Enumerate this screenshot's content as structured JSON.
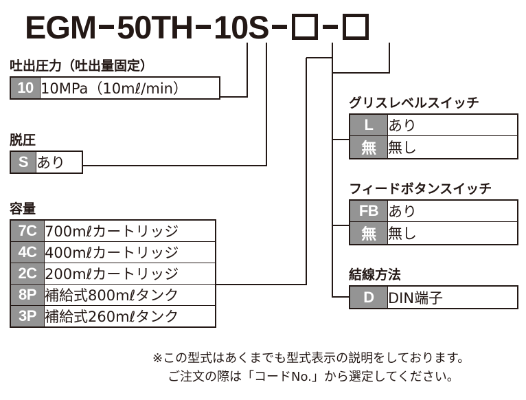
{
  "model_number": {
    "segments": [
      "EGM",
      "50TH",
      "10S"
    ],
    "separator": "-",
    "placeholder_boxes": 2
  },
  "sections": {
    "pressure": {
      "title": "吐出圧力（吐出量固定）",
      "rows": [
        {
          "code": "10",
          "desc": "10MPa（10mℓ/min）"
        }
      ]
    },
    "relief": {
      "title": "脱圧",
      "rows": [
        {
          "code": "S",
          "desc": "あり"
        }
      ]
    },
    "capacity": {
      "title": "容量",
      "rows": [
        {
          "code": "7C",
          "desc": "700mℓカートリッジ"
        },
        {
          "code": "4C",
          "desc": "400mℓカートリッジ"
        },
        {
          "code": "2C",
          "desc": "200mℓカートリッジ"
        },
        {
          "code": "8P",
          "desc": "補給式800mℓタンク"
        },
        {
          "code": "3P",
          "desc": "補給式260mℓタンク"
        }
      ]
    },
    "grease_level_switch": {
      "title": "グリスレベルスイッチ",
      "rows": [
        {
          "code": "L",
          "desc": "あり"
        },
        {
          "code": "無",
          "desc": "無し"
        }
      ]
    },
    "feed_button_switch": {
      "title": "フィードボタンスイッチ",
      "rows": [
        {
          "code": "FB",
          "desc": "あり"
        },
        {
          "code": "無",
          "desc": "無し"
        }
      ]
    },
    "wiring_method": {
      "title": "結線方法",
      "rows": [
        {
          "code": "D",
          "desc": "DIN端子"
        }
      ]
    }
  },
  "footnote": {
    "line1": "※この型式はあくまでも型式表示の説明をしております。",
    "line2": "ご注文の際は「コードNo.」から選定してください。"
  },
  "colors": {
    "ink": "#231815",
    "code_cell_bg": "#949494",
    "page_bg": "#ffffff"
  }
}
